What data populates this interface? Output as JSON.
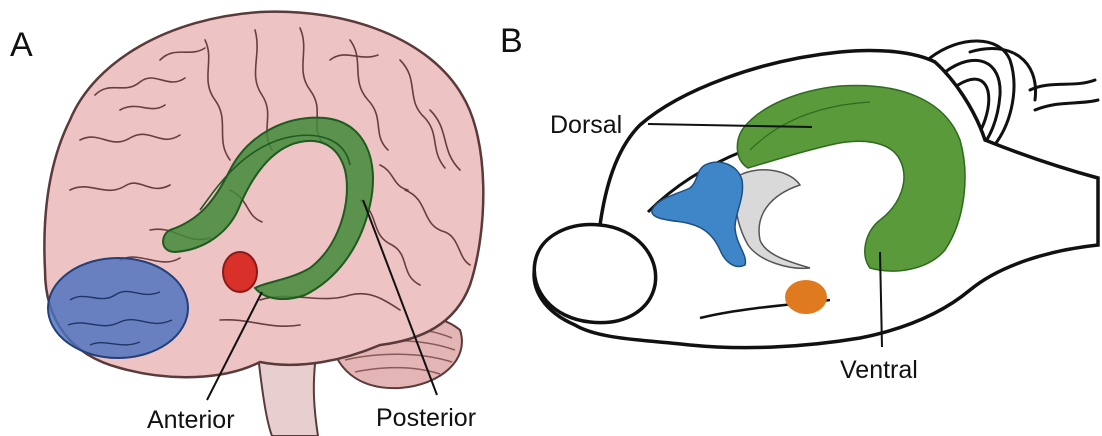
{
  "panel_a": {
    "letter": "A",
    "labels": {
      "anterior": "Anterior",
      "posterior": "Posterior"
    },
    "colors": {
      "brain_fill": "#eec3c3",
      "brain_stroke": "#5a3a3a",
      "cerebellum": "#e3b5b5",
      "hippocampus": "#3f8a3a",
      "hippocampus_dark": "#1f5a1f",
      "prefrontal": "#4a72c0",
      "amygdala": "#d9302a"
    }
  },
  "panel_b": {
    "letter": "B",
    "labels": {
      "dorsal": "Dorsal",
      "ventral": "Ventral"
    },
    "colors": {
      "outline": "#111111",
      "hippocampus": "#5a9a3a",
      "prefrontal": "#3f86c8",
      "amygdala": "#e07a1f",
      "ventricle": "#d9d9d9"
    }
  }
}
